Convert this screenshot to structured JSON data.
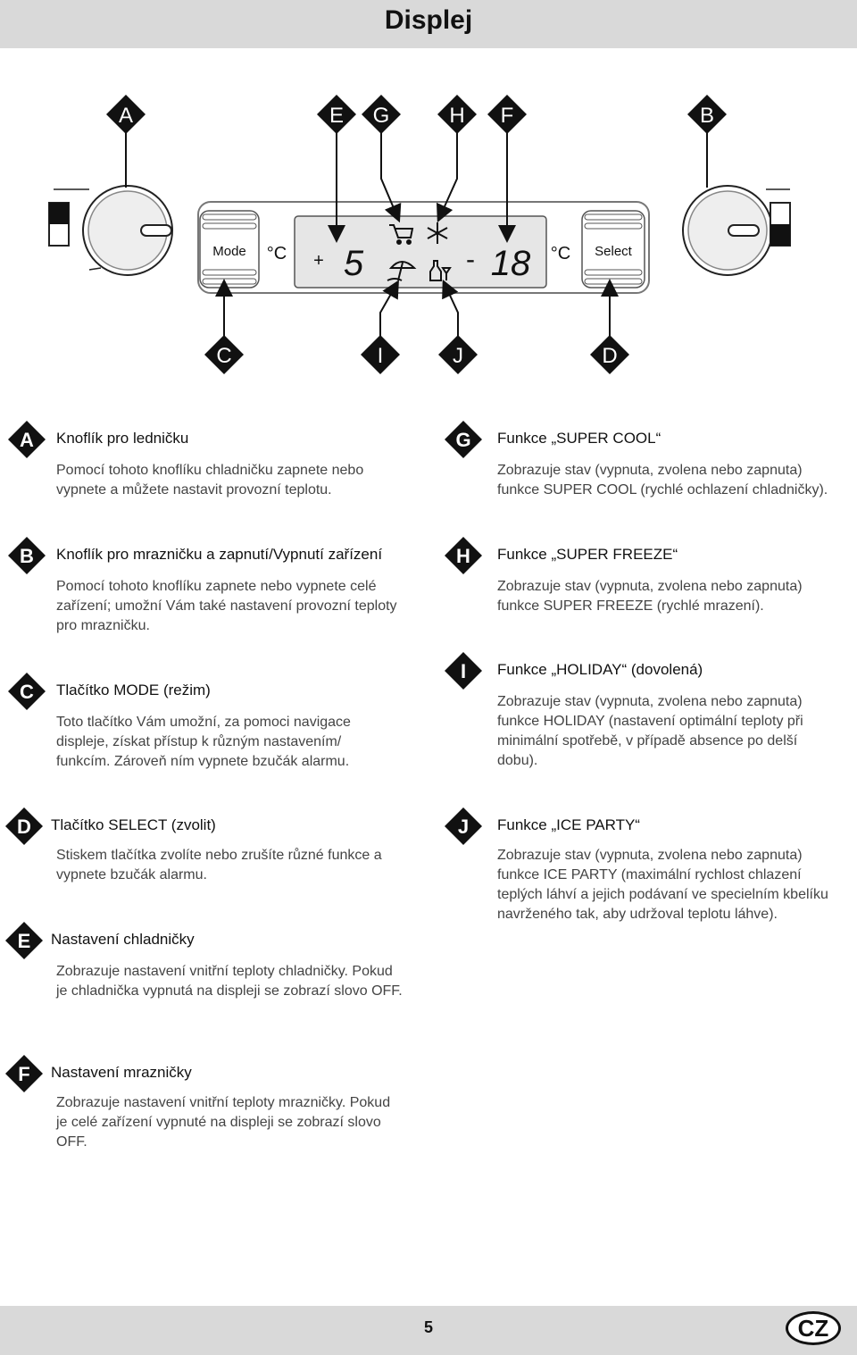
{
  "page": {
    "title": "Displej",
    "page_number": "5",
    "language": "CZ"
  },
  "diagram": {
    "top_labels": [
      "A",
      "E",
      "G",
      "H",
      "F",
      "B"
    ],
    "bottom_labels": [
      "C",
      "I",
      "J",
      "D"
    ],
    "mode_button": "Mode",
    "select_button": "Select",
    "unit": "°C",
    "fridge_sign": "+",
    "fridge_temp": "5",
    "freezer_sign": "-",
    "freezer_temp": "18"
  },
  "items": [
    {
      "letter": "A",
      "title": "Knoflík pro ledničku",
      "lines": [
        "Pomocí tohoto knoflíku chladničku zapnete nebo",
        "vypnete a můžete nastavit provozní teplotu."
      ]
    },
    {
      "letter": "B",
      "title": "Knoflík pro mrazničku a zapnutí/Vypnutí zařízení",
      "lines": [
        "Pomocí tohoto knoflíku zapnete nebo vypnete celé",
        "zařízení; umožní Vám také nastavení provozní teploty",
        "pro mrazničku."
      ]
    },
    {
      "letter": "C",
      "title": "Tlačítko MODE (režim)",
      "lines": [
        "Toto tlačítko Vám umožní, za pomoci navigace",
        "displeje, získat přístup k různým nastavením/",
        "funkcím. Zároveň ním vypnete bzučák alarmu."
      ]
    },
    {
      "letter": "D",
      "title": "Tlačítko SELECT (zvolit)",
      "lines": [
        "Stiskem tlačítka zvolíte nebo zrušíte různé funkce a",
        "vypnete bzučák alarmu."
      ]
    },
    {
      "letter": "E",
      "title": "Nastavení chladničky",
      "lines": [
        "Zobrazuje nastavení vnitřní teploty chladničky. Pokud",
        "je chladnička vypnutá na displeji se zobrazí slovo OFF."
      ]
    },
    {
      "letter": "F",
      "title": "Nastavení mrazničky",
      "lines": [
        "Zobrazuje nastavení vnitřní teploty mrazničky. Pokud",
        "je celé zařízení vypnuté na displeji se zobrazí slovo",
        "OFF."
      ]
    },
    {
      "letter": "G",
      "title": "Funkce „SUPER COOL“",
      "lines": [
        "Zobrazuje stav (vypnuta, zvolena nebo zapnuta)",
        "funkce SUPER COOL (rychlé ochlazení chladničky)."
      ]
    },
    {
      "letter": "H",
      "title": "Funkce „SUPER FREEZE“",
      "lines": [
        "Zobrazuje stav (vypnuta, zvolena nebo zapnuta)",
        "funkce SUPER FREEZE (rychlé mrazení)."
      ]
    },
    {
      "letter": "I",
      "title": "Funkce „HOLIDAY“ (dovolená)",
      "lines": [
        "Zobrazuje stav (vypnuta, zvolena nebo zapnuta)",
        "funkce HOLIDAY (nastavení optimální teploty při",
        "minimální spotřebě, v případě absence po delší",
        "dobu)."
      ]
    },
    {
      "letter": "J",
      "title": "Funkce „ICE PARTY“",
      "lines": [
        "Zobrazuje stav (vypnuta, zvolena nebo zapnuta)",
        "funkce ICE PARTY (maximální rychlost chlazení",
        "teplých láhví a jejich podávaní ve specielním kbelíku",
        "navrženého tak, aby udržoval teplotu láhve)."
      ]
    }
  ]
}
